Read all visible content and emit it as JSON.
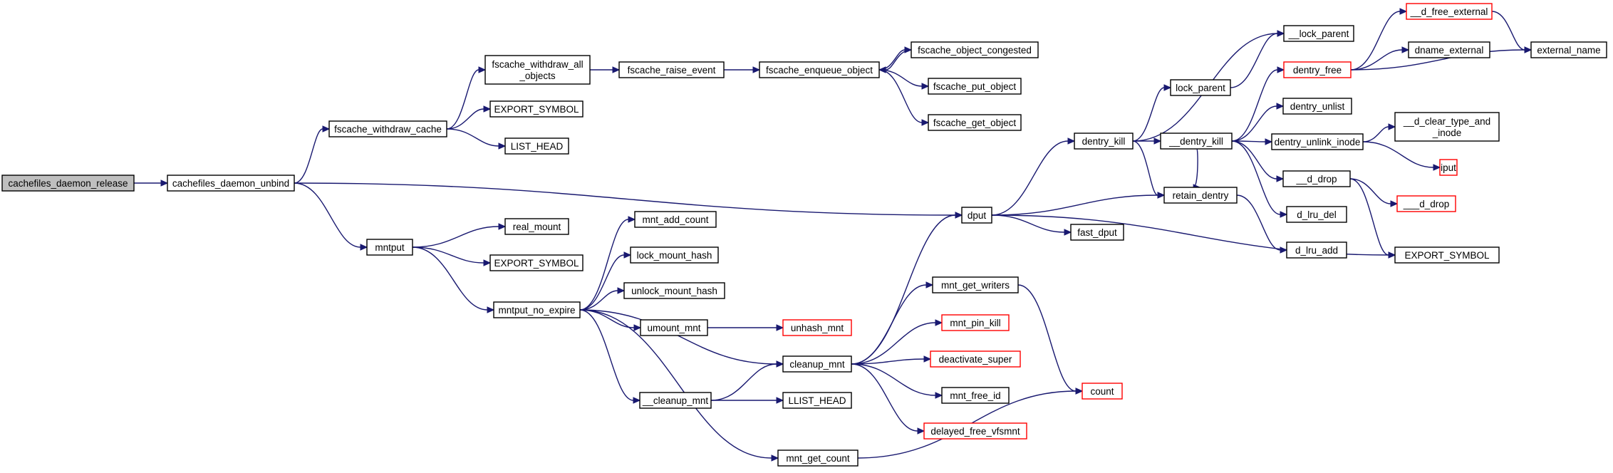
{
  "graph": {
    "colors": {
      "edge": "#191970",
      "current_fill": "#bfbfbf",
      "truncated_stroke": "#ff0000",
      "box_stroke": "#000000"
    },
    "nodes": [
      {
        "id": "cachefiles_daemon_release",
        "lines": [
          "cachefiles_daemon_release"
        ],
        "current": true
      },
      {
        "id": "cachefiles_daemon_unbind",
        "lines": [
          "cachefiles_daemon_unbind"
        ]
      },
      {
        "id": "fscache_withdraw_cache",
        "lines": [
          "fscache_withdraw_cache"
        ]
      },
      {
        "id": "fscache_withdraw_all_objects",
        "lines": [
          "fscache_withdraw_all",
          "_objects"
        ]
      },
      {
        "id": "fscache_raise_event",
        "lines": [
          "fscache_raise_event"
        ]
      },
      {
        "id": "fscache_enqueue_object",
        "lines": [
          "fscache_enqueue_object"
        ]
      },
      {
        "id": "fscache_object_congested",
        "lines": [
          "fscache_object_congested"
        ]
      },
      {
        "id": "fscache_put_object",
        "lines": [
          "fscache_put_object"
        ]
      },
      {
        "id": "fscache_get_object",
        "lines": [
          "fscache_get_object"
        ]
      },
      {
        "id": "EXPORT_SYMBOL_a",
        "lines": [
          "EXPORT_SYMBOL"
        ]
      },
      {
        "id": "LIST_HEAD",
        "lines": [
          "LIST_HEAD"
        ]
      },
      {
        "id": "mntput",
        "lines": [
          "mntput"
        ]
      },
      {
        "id": "real_mount",
        "lines": [
          "real_mount"
        ]
      },
      {
        "id": "EXPORT_SYMBOL_b",
        "lines": [
          "EXPORT_SYMBOL"
        ]
      },
      {
        "id": "mntput_no_expire",
        "lines": [
          "mntput_no_expire"
        ]
      },
      {
        "id": "mnt_add_count",
        "lines": [
          "mnt_add_count"
        ]
      },
      {
        "id": "lock_mount_hash",
        "lines": [
          "lock_mount_hash"
        ]
      },
      {
        "id": "unlock_mount_hash",
        "lines": [
          "unlock_mount_hash"
        ]
      },
      {
        "id": "umount_mnt",
        "lines": [
          "umount_mnt"
        ]
      },
      {
        "id": "unhash_mnt",
        "lines": [
          "unhash_mnt"
        ],
        "truncated": true
      },
      {
        "id": "cleanup_mnt",
        "lines": [
          "cleanup_mnt"
        ]
      },
      {
        "id": "__cleanup_mnt",
        "lines": [
          "__cleanup_mnt"
        ]
      },
      {
        "id": "LLIST_HEAD",
        "lines": [
          "LLIST_HEAD"
        ]
      },
      {
        "id": "mnt_get_count",
        "lines": [
          "mnt_get_count"
        ]
      },
      {
        "id": "dput",
        "lines": [
          "dput"
        ]
      },
      {
        "id": "mnt_get_writers",
        "lines": [
          "mnt_get_writers"
        ]
      },
      {
        "id": "mnt_pin_kill",
        "lines": [
          "mnt_pin_kill"
        ],
        "truncated": true
      },
      {
        "id": "deactivate_super",
        "lines": [
          "deactivate_super"
        ],
        "truncated": true
      },
      {
        "id": "mnt_free_id",
        "lines": [
          "mnt_free_id"
        ]
      },
      {
        "id": "delayed_free_vfsmnt",
        "lines": [
          "delayed_free_vfsmnt"
        ],
        "truncated": true
      },
      {
        "id": "count",
        "lines": [
          "count"
        ],
        "truncated": true
      },
      {
        "id": "fast_dput",
        "lines": [
          "fast_dput"
        ]
      },
      {
        "id": "dentry_kill",
        "lines": [
          "dentry_kill"
        ]
      },
      {
        "id": "retain_dentry",
        "lines": [
          "retain_dentry"
        ]
      },
      {
        "id": "lock_parent",
        "lines": [
          "lock_parent"
        ]
      },
      {
        "id": "__lock_parent",
        "lines": [
          "__lock_parent"
        ]
      },
      {
        "id": "__dentry_kill",
        "lines": [
          "__dentry_kill"
        ]
      },
      {
        "id": "dentry_free",
        "lines": [
          "dentry_free"
        ],
        "truncated": true
      },
      {
        "id": "dentry_unlist",
        "lines": [
          "dentry_unlist"
        ]
      },
      {
        "id": "dentry_unlink_inode",
        "lines": [
          "dentry_unlink_inode"
        ]
      },
      {
        "id": "__d_drop",
        "lines": [
          "__d_drop"
        ]
      },
      {
        "id": "d_lru_del",
        "lines": [
          "d_lru_del"
        ]
      },
      {
        "id": "d_lru_add",
        "lines": [
          "d_lru_add"
        ]
      },
      {
        "id": "___d_drop",
        "lines": [
          "___d_drop"
        ],
        "truncated": true
      },
      {
        "id": "EXPORT_SYMBOL_c",
        "lines": [
          "EXPORT_SYMBOL"
        ]
      },
      {
        "id": "__d_free_external",
        "lines": [
          "__d_free_external"
        ],
        "truncated": true
      },
      {
        "id": "dname_external",
        "lines": [
          "dname_external"
        ]
      },
      {
        "id": "external_name",
        "lines": [
          "external_name"
        ]
      },
      {
        "id": "__d_clear_type_and_inode",
        "lines": [
          "__d_clear_type_and",
          "_inode"
        ]
      },
      {
        "id": "iput",
        "lines": [
          "iput"
        ],
        "truncated": true
      }
    ],
    "edges": [
      [
        "cachefiles_daemon_release",
        "cachefiles_daemon_unbind"
      ],
      [
        "cachefiles_daemon_unbind",
        "fscache_withdraw_cache"
      ],
      [
        "cachefiles_daemon_unbind",
        "dput"
      ],
      [
        "cachefiles_daemon_unbind",
        "mntput"
      ],
      [
        "fscache_withdraw_cache",
        "fscache_withdraw_all_objects"
      ],
      [
        "fscache_withdraw_cache",
        "EXPORT_SYMBOL_a"
      ],
      [
        "fscache_withdraw_cache",
        "LIST_HEAD"
      ],
      [
        "fscache_withdraw_all_objects",
        "fscache_raise_event"
      ],
      [
        "fscache_raise_event",
        "fscache_enqueue_object"
      ],
      [
        "fscache_enqueue_object",
        "fscache_object_congested"
      ],
      [
        "fscache_object_congested",
        "fscache_enqueue_object"
      ],
      [
        "fscache_enqueue_object",
        "fscache_put_object"
      ],
      [
        "fscache_enqueue_object",
        "fscache_get_object"
      ],
      [
        "mntput",
        "real_mount"
      ],
      [
        "mntput",
        "EXPORT_SYMBOL_b"
      ],
      [
        "mntput",
        "mntput_no_expire"
      ],
      [
        "mntput_no_expire",
        "mnt_add_count"
      ],
      [
        "mntput_no_expire",
        "lock_mount_hash"
      ],
      [
        "mntput_no_expire",
        "unlock_mount_hash"
      ],
      [
        "mntput_no_expire",
        "umount_mnt"
      ],
      [
        "mntput_no_expire",
        "cleanup_mnt"
      ],
      [
        "mntput_no_expire",
        "__cleanup_mnt"
      ],
      [
        "mntput_no_expire",
        "mnt_get_count"
      ],
      [
        "umount_mnt",
        "unhash_mnt"
      ],
      [
        "__cleanup_mnt",
        "cleanup_mnt"
      ],
      [
        "__cleanup_mnt",
        "LLIST_HEAD"
      ],
      [
        "cleanup_mnt",
        "dput"
      ],
      [
        "cleanup_mnt",
        "mnt_get_writers"
      ],
      [
        "cleanup_mnt",
        "mnt_pin_kill"
      ],
      [
        "cleanup_mnt",
        "deactivate_super"
      ],
      [
        "cleanup_mnt",
        "mnt_free_id"
      ],
      [
        "cleanup_mnt",
        "delayed_free_vfsmnt"
      ],
      [
        "mnt_get_writers",
        "count"
      ],
      [
        "mnt_get_count",
        "count"
      ],
      [
        "dput",
        "dentry_kill"
      ],
      [
        "dput",
        "retain_dentry"
      ],
      [
        "dput",
        "fast_dput"
      ],
      [
        "dput",
        "EXPORT_SYMBOL_c"
      ],
      [
        "dentry_kill",
        "__lock_parent"
      ],
      [
        "dentry_kill",
        "lock_parent"
      ],
      [
        "dentry_kill",
        "__dentry_kill"
      ],
      [
        "dentry_kill",
        "retain_dentry"
      ],
      [
        "lock_parent",
        "__lock_parent"
      ],
      [
        "__dentry_kill",
        "dentry_free"
      ],
      [
        "__dentry_kill",
        "dentry_unlist"
      ],
      [
        "__dentry_kill",
        "dentry_unlink_inode"
      ],
      [
        "__dentry_kill",
        "__d_drop"
      ],
      [
        "__dentry_kill",
        "d_lru_del"
      ],
      [
        "__dentry_kill",
        "retain_dentry"
      ],
      [
        "retain_dentry",
        "d_lru_add"
      ],
      [
        "dentry_free",
        "__d_free_external"
      ],
      [
        "dentry_free",
        "dname_external"
      ],
      [
        "dentry_free",
        "external_name"
      ],
      [
        "__d_free_external",
        "external_name"
      ],
      [
        "dentry_unlink_inode",
        "__d_clear_type_and_inode"
      ],
      [
        "dentry_unlink_inode",
        "iput"
      ],
      [
        "__d_drop",
        "___d_drop"
      ],
      [
        "__d_drop",
        "EXPORT_SYMBOL_c"
      ]
    ]
  }
}
